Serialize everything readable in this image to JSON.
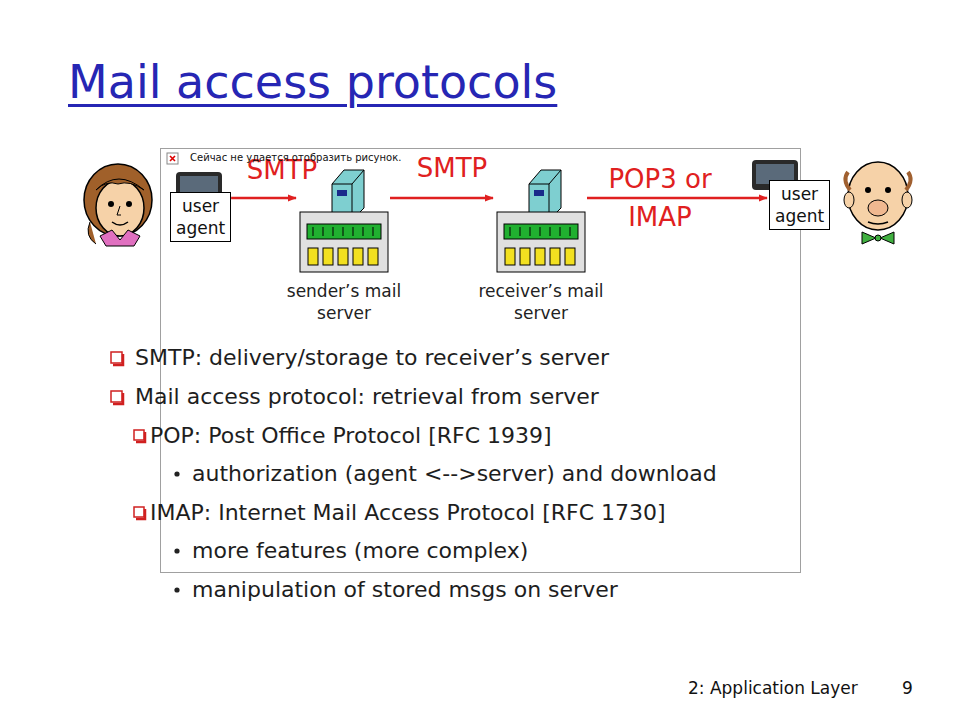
{
  "diagram": {
    "title": "Mail access protocols",
    "nodes": [
      {
        "text": [
          "user agent"
        ]
      },
      {
        "text": [
          "sender’s mail server"
        ]
      },
      {
        "text": [
          "receiver’s mail server"
        ]
      },
      {
        "text": [
          "user agent"
        ]
      }
    ],
    "edges": [
      {
        "from": 0,
        "to": 1,
        "label": "SMTP",
        "arrow": "to"
      },
      {
        "from": 1,
        "to": 2,
        "label": "SMTP",
        "arrow": "to"
      },
      {
        "from": 2,
        "to": 3,
        "label": "POP3 or IMAP",
        "arrow": "to"
      }
    ],
    "labels": [
      "Сейчас не удается отобразить рисунок.",
      "SMTP: delivery/storage to receiver’s server",
      "Mail access protocol: retrieval from server",
      "POP: Post Office Protocol [RFC 1939]",
      "authorization (agent <-->server) and download",
      "IMAP: Internet Mail Access Protocol [RFC 1730]",
      "more features (more complex)",
      "manipulation of stored msgs on server",
      "2: Application Layer",
      "9"
    ]
  }
}
